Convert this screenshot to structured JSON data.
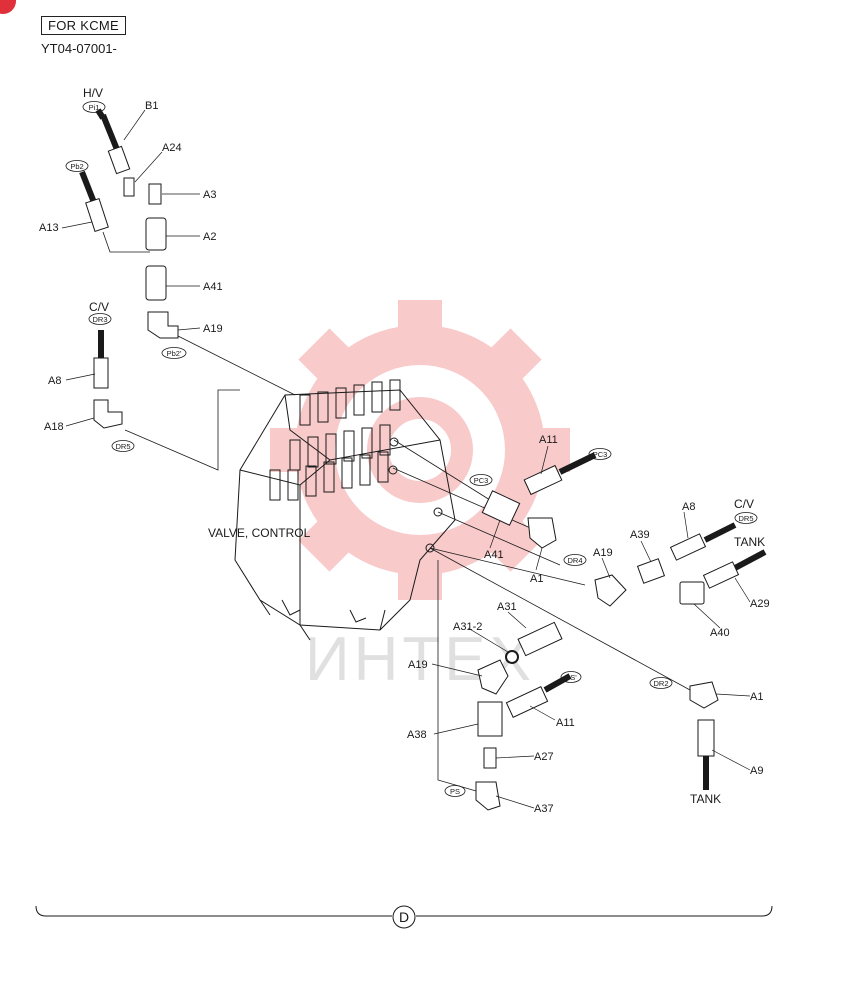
{
  "header": {
    "variant": "FOR KCME",
    "serial_range": "YT04-07001-"
  },
  "page_marker": "D",
  "watermark_text": "ИНТЕХ",
  "colors": {
    "line": "#1a1a1a",
    "watermark": "#f08a8a",
    "badge": "#e0303a"
  },
  "main_component": "VALVE, CONTROL",
  "callouts": {
    "B1": "B1",
    "A24": "A24",
    "A3": "A3",
    "A2": "A2",
    "A13": "A13",
    "A41a": "A41",
    "A19a": "A19",
    "A8a": "A8",
    "A18": "A18",
    "A11a": "A11",
    "A41b": "A41",
    "A1a": "A1",
    "A19b": "A19",
    "A39": "A39",
    "A8b": "A8",
    "A29": "A29",
    "A40": "A40",
    "A31": "A31",
    "A31_2": "A31-2",
    "A19c": "A19",
    "A11b": "A11",
    "A38": "A38",
    "A27": "A27",
    "A37": "A37",
    "A1b": "A1",
    "A9": "A9"
  },
  "ports": {
    "HV": "H/V",
    "CV1": "C/V",
    "CV2": "C/V",
    "TANK1": "TANK",
    "TANK2": "TANK",
    "Pi1": "Pi1",
    "Pb2": "Pb2",
    "DR3": "DR3",
    "Pb2p": "Pb2'",
    "DR5": "DR5",
    "PC3a": "PC3",
    "PC3b": "PC3",
    "DR4": "DR4",
    "DR5b": "DR5",
    "PSp": "PS'",
    "DR2": "DR2",
    "PS": "PS"
  }
}
